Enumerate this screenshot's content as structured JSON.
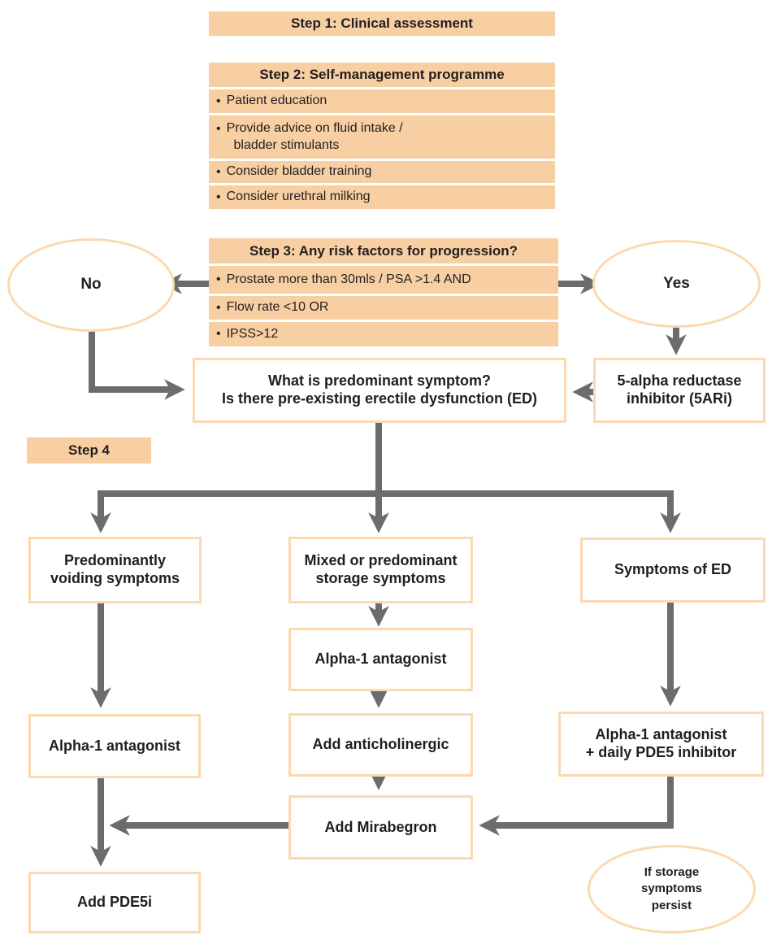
{
  "colors": {
    "bar_fill": "#f8cfa3",
    "box_border": "#fbd9b1",
    "arrow_gray": "#6b6c6e",
    "text": "#221e1f"
  },
  "bullet_char": "•",
  "step1": {
    "title": "Step 1: Clinical assessment"
  },
  "step2": {
    "title": "Step 2: Self-management programme",
    "items": [
      "Patient education",
      "Provide advice on fluid intake /\n  bladder stimulants",
      "Consider bladder training",
      "Consider urethral milking"
    ]
  },
  "step3": {
    "title": "Step 3: Any risk factors for progression?",
    "items": [
      "Prostate more than 30mls / PSA >1.4 AND",
      "Flow rate <10 OR",
      "IPSS>12"
    ]
  },
  "step4": {
    "title": "Step 4"
  },
  "decisions": {
    "no": "No",
    "yes": "Yes",
    "storage_persist": "If storage\nsymptoms\npersist"
  },
  "nodes": {
    "question": "What is predominant symptom?\nIs there pre-existing erectile dysfunction (ED)",
    "five_ari": "5-alpha reductase\ninhibitor (5ARi)",
    "voiding": "Predominantly\nvoiding symptoms",
    "mixed_storage": "Mixed or predominant\nstorage symptoms",
    "symptoms_ed": "Symptoms of ED",
    "alpha1_left": "Alpha-1 antagonist",
    "alpha1_mid": "Alpha-1 antagonist",
    "anticholinergic": "Add anticholinergic",
    "alpha1_pde5": "Alpha-1 antagonist\n+ daily PDE5 inhibitor",
    "mirabegron": "Add Mirabegron",
    "add_pde5i": "Add PDE5i"
  }
}
